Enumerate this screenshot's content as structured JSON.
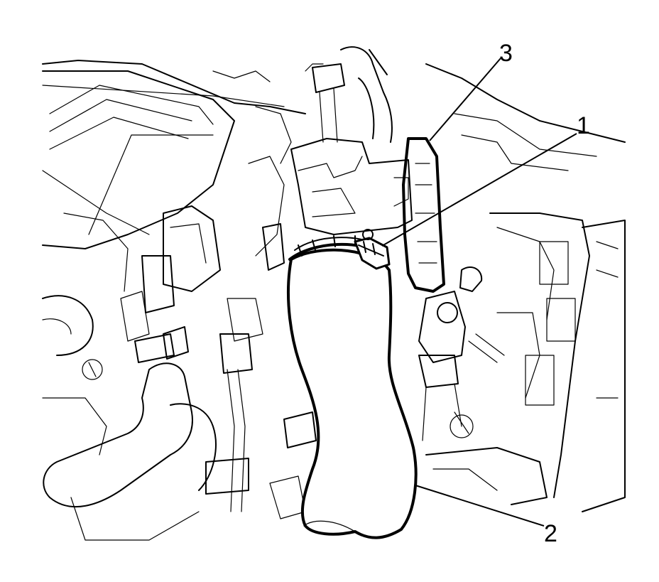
{
  "diagram": {
    "callouts": [
      {
        "id": "3",
        "label": "3"
      },
      {
        "id": "1",
        "label": "1"
      },
      {
        "id": "2",
        "label": "2"
      }
    ]
  }
}
